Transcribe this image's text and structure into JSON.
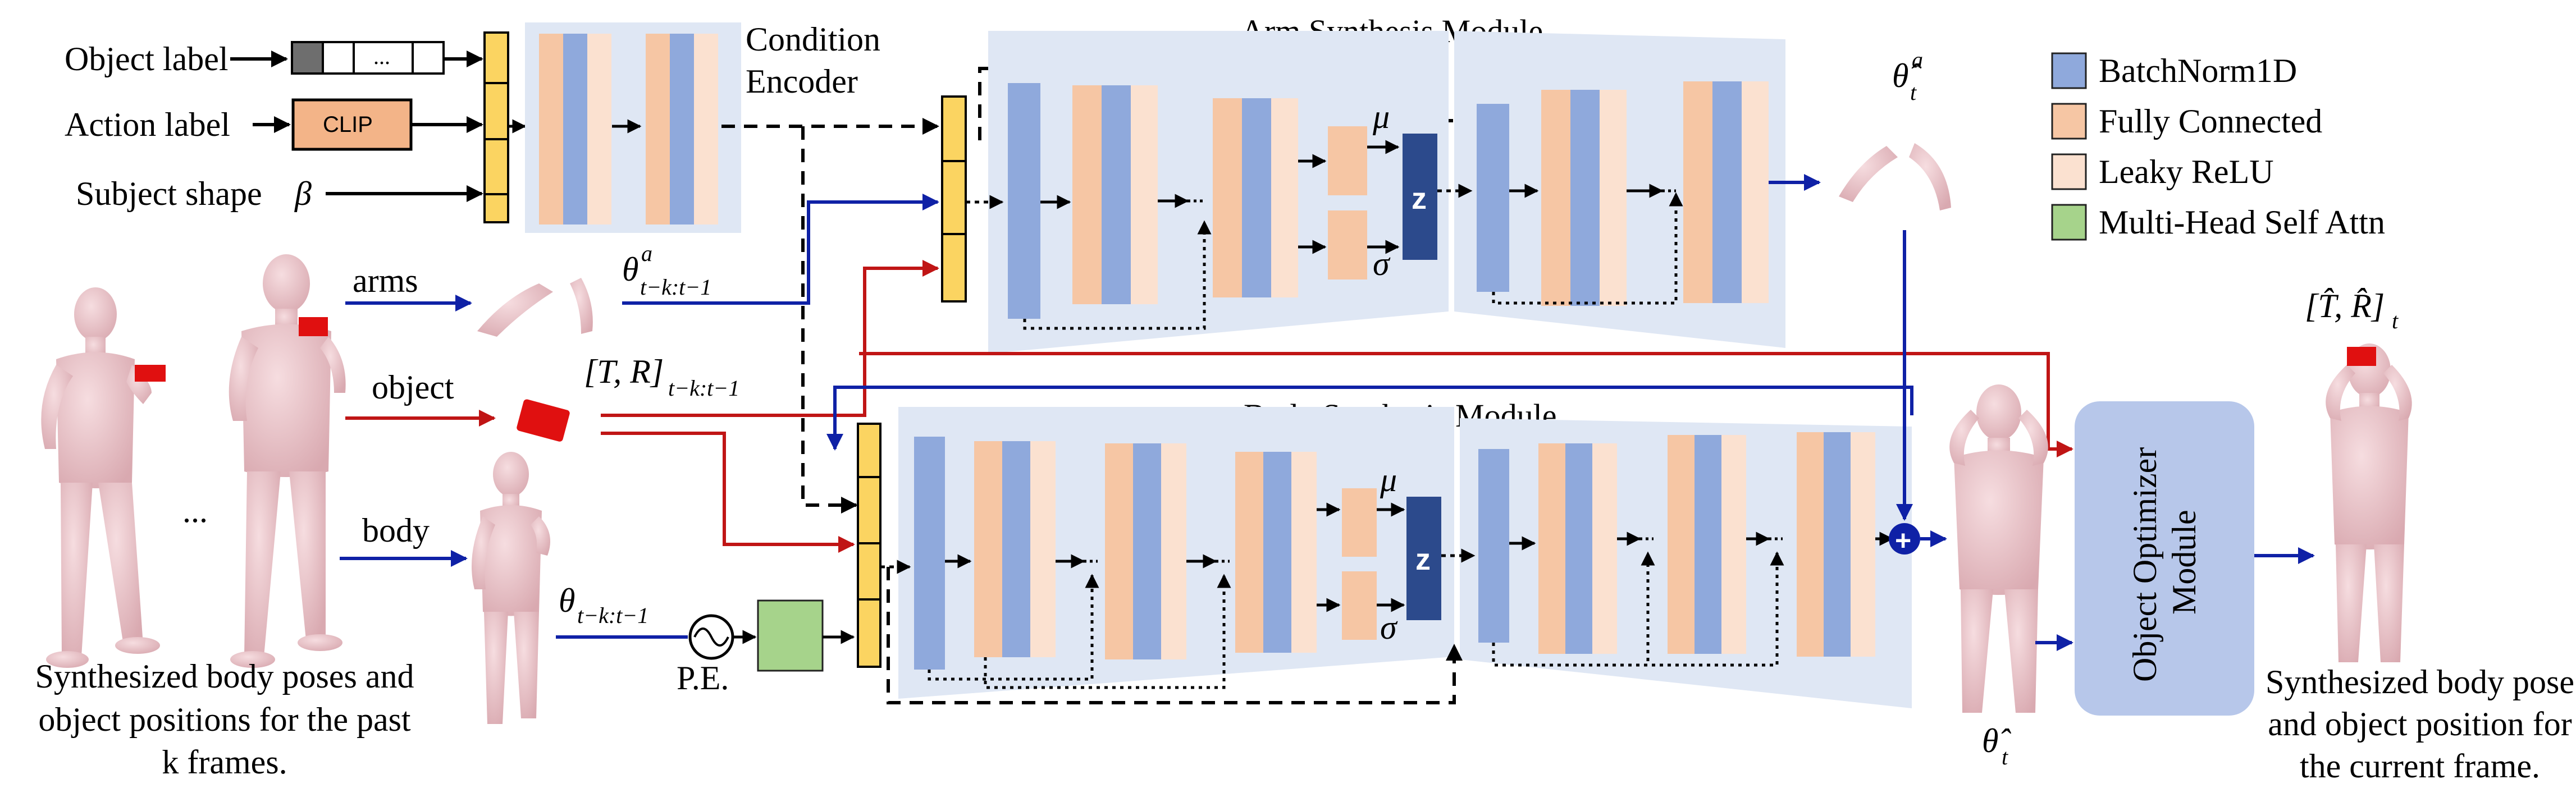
{
  "inputs": {
    "object_label": "Object label",
    "action_label": "Action label",
    "subject_shape": "Subject shape",
    "beta": "β",
    "clip": "CLIP",
    "ellipsis": "..."
  },
  "condition_encoder": {
    "line1": "Condition",
    "line2": "Encoder"
  },
  "arm_module": {
    "title": "Arm Synthesis Module"
  },
  "body_module": {
    "title": "Body Synthesis Module"
  },
  "legend": [
    {
      "label": "BatchNorm1D",
      "color": "#8fa9dc"
    },
    {
      "label": "Fully Connected",
      "color": "#f6c6a4"
    },
    {
      "label": "Leaky ReLU",
      "color": "#fbe1d0"
    },
    {
      "label": "Multi-Head Self Attn",
      "color": "#a6d38b"
    }
  ],
  "streams": {
    "arms": "arms",
    "object": "object",
    "body": "body",
    "dots": "..."
  },
  "math": {
    "mu": "μ",
    "sigma": "σ",
    "z": "z",
    "theta_a_prev": "θ",
    "theta_a_prev_sup": "a",
    "theta_a_prev_sub": "t−k:t−1",
    "TR_prev": "[T, R]",
    "TR_prev_sub": "t−k:t−1",
    "theta_prev": "θ",
    "theta_prev_sub": "t−k:t−1",
    "theta_a_hat": "θ̂",
    "theta_a_hat_sup": "a",
    "theta_a_hat_sub": "t",
    "theta_hat": "θ̂",
    "theta_hat_sub": "t",
    "TR_hat": "[T̂, R̂]",
    "TR_hat_sub": "t",
    "pe": "P.E.",
    "plus": "+"
  },
  "optimizer": {
    "line1": "Object Optimizer",
    "line2": "Module"
  },
  "captions": {
    "left": [
      "Synthesized body poses and",
      "object positions for the past",
      "k frames."
    ],
    "right": [
      "Synthesized body pose",
      "and object position for",
      "the current frame."
    ]
  },
  "colors": {
    "batchnorm": "#8fa9dc",
    "fc": "#f6c6a4",
    "relu": "#fbe1d0",
    "attn": "#a6d38b",
    "concat": "#fbd461",
    "module_bg": "#dfe7f4",
    "z_block": "#2c4a8c",
    "optimizer": "#b7c7ea",
    "blue_arrow": "#0f21a6",
    "red_arrow": "#c01515",
    "skin": "#ecc4ca",
    "object_red": "#e01010"
  }
}
